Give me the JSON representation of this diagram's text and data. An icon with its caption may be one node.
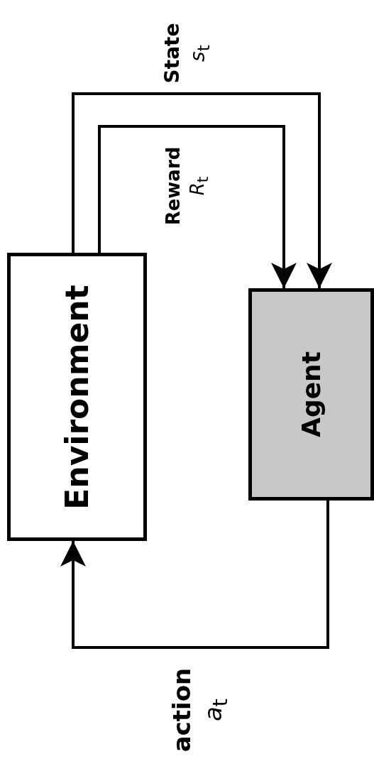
{
  "diagram": {
    "nodes": [
      {
        "text": [
          "Environment"
        ]
      },
      {
        "text": [
          "Agent"
        ]
      }
    ],
    "edges": [
      {
        "from": 0,
        "to": 1,
        "arrow": "to",
        "label": "**State** *s*$_{t}$"
      },
      {
        "from": 0,
        "to": 1,
        "arrow": "to",
        "label": "**Reward** *R*$_{t}$"
      },
      {
        "from": 1,
        "to": 0,
        "arrow": "to",
        "label": "**action** *a*$_{t}$"
      }
    ]
  }
}
